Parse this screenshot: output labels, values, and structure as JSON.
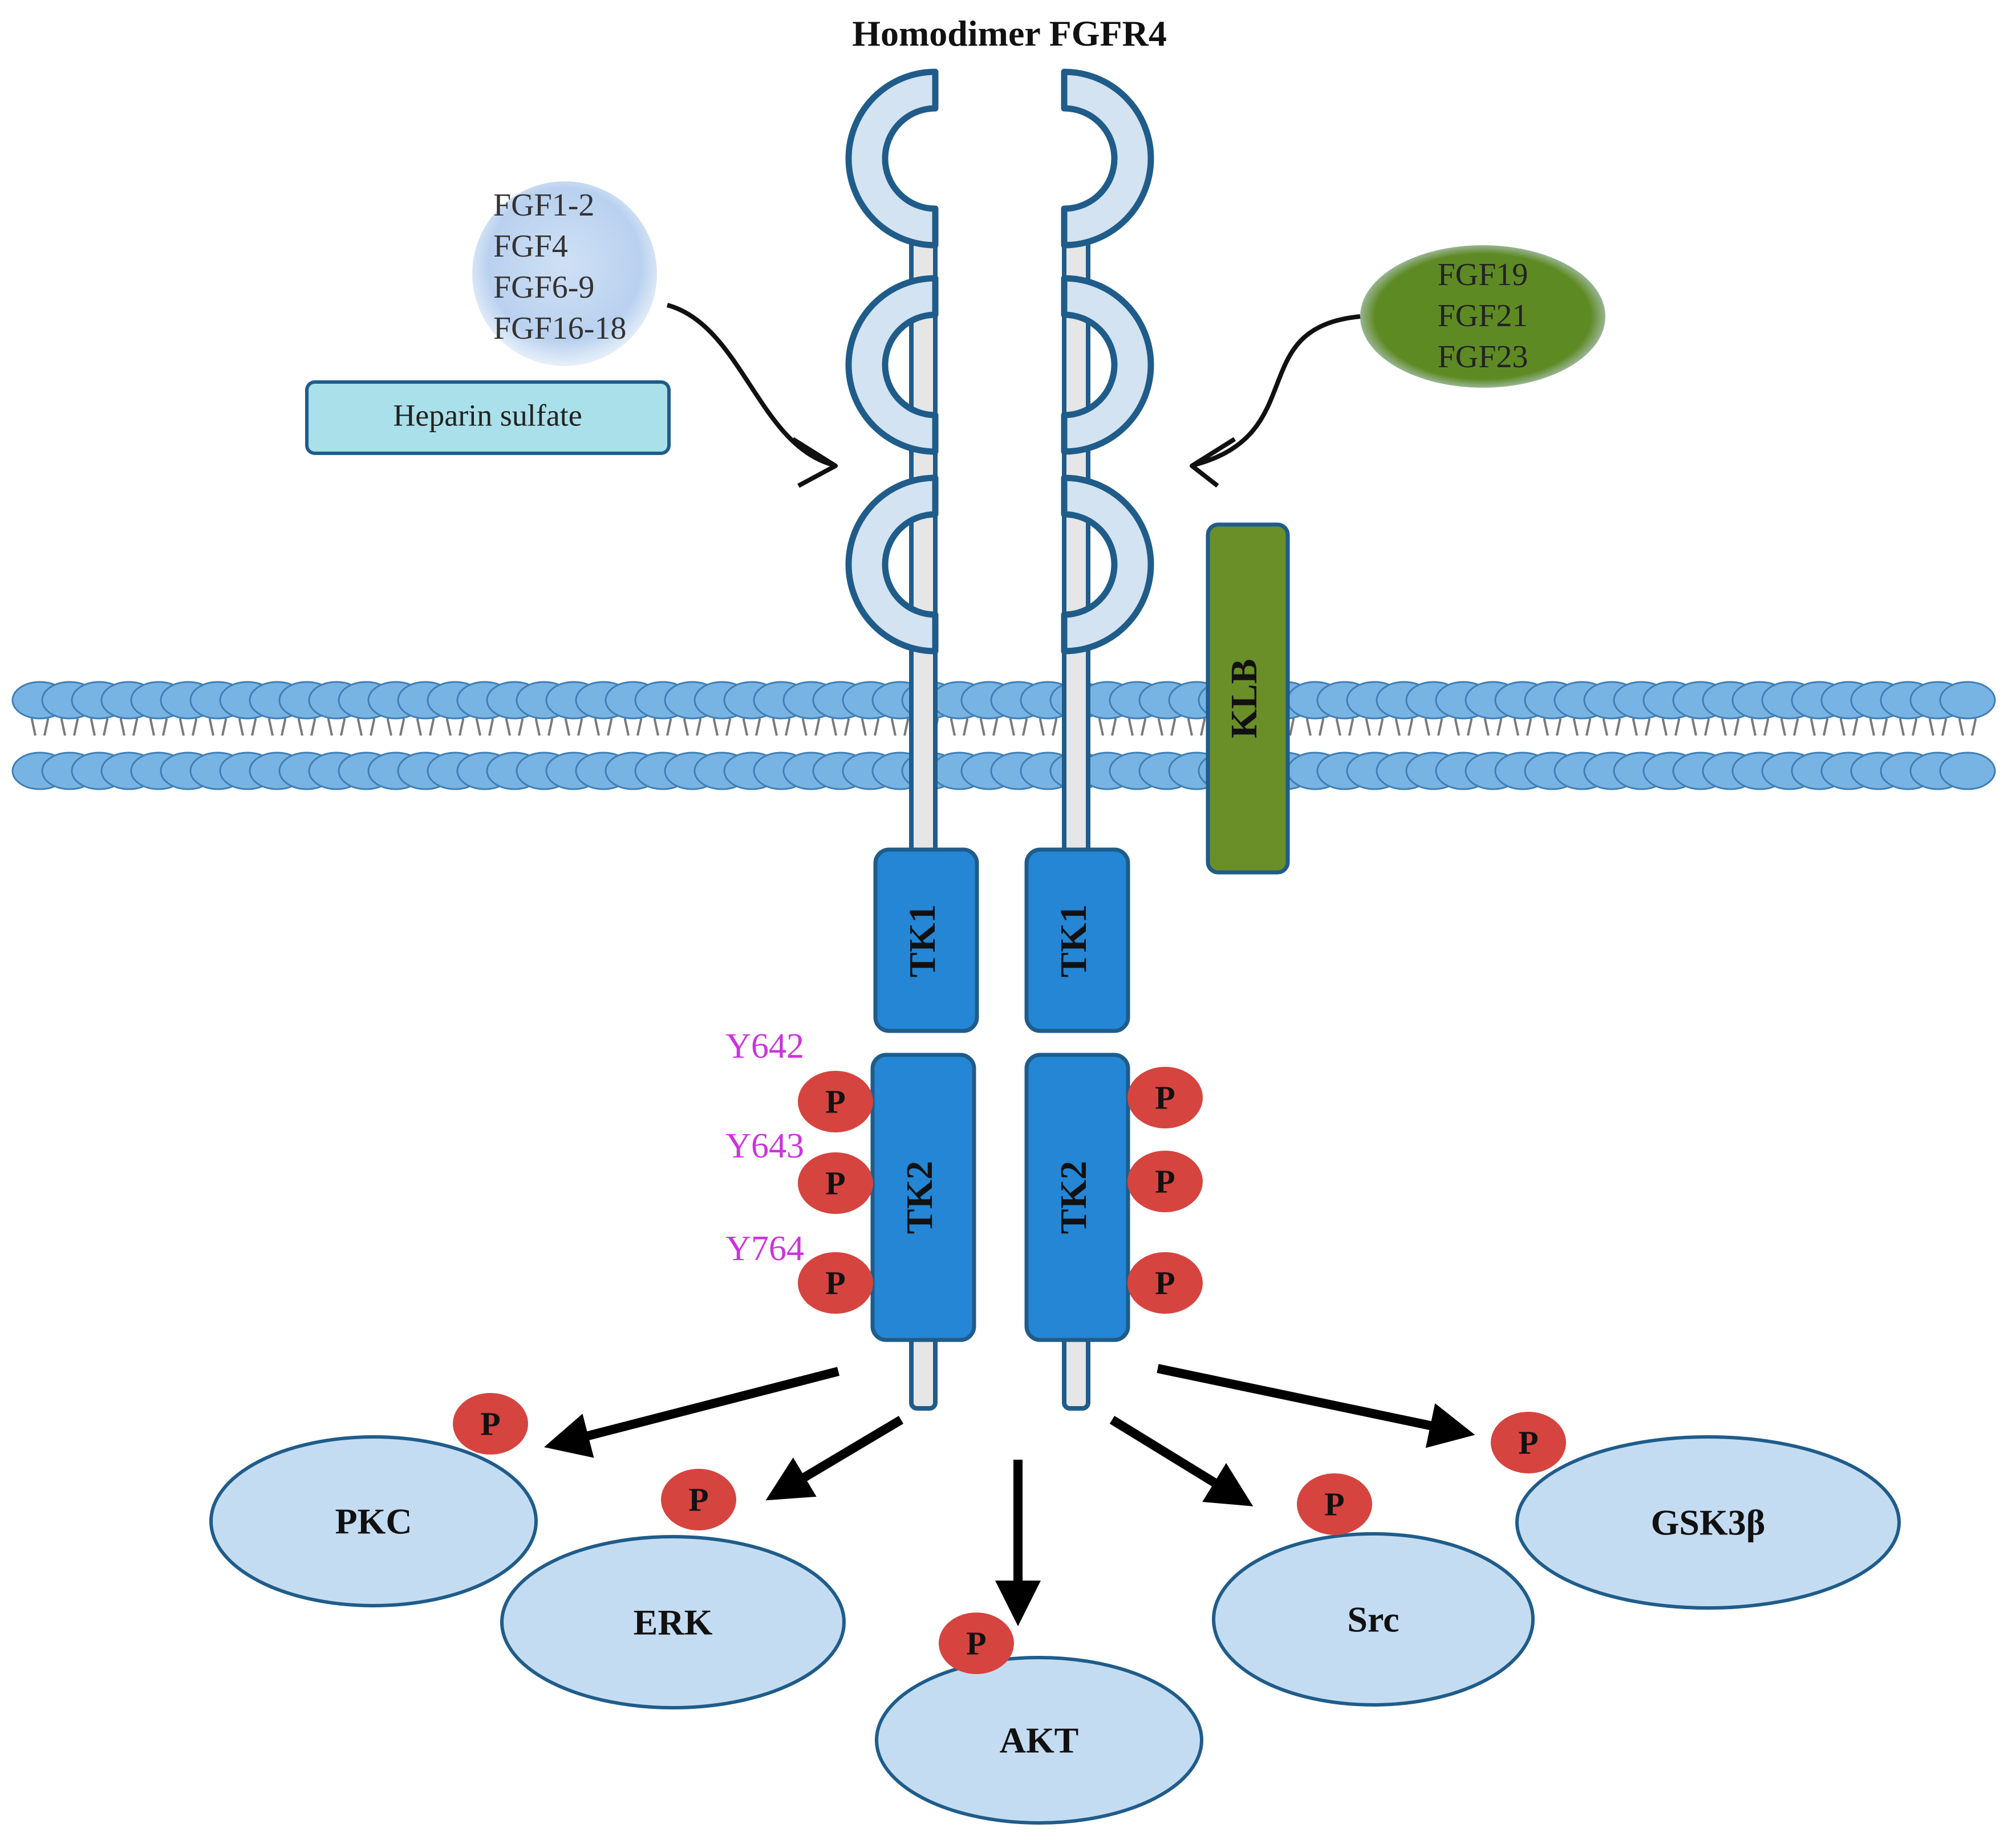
{
  "title": "Homodimer FGFR4",
  "ligands_left": {
    "items": [
      "FGF1-2",
      "FGF4",
      "FGF6-9",
      "FGF16-18"
    ]
  },
  "cofactor": {
    "label": "Heparin sulfate"
  },
  "ligands_right": {
    "items": [
      "FGF19",
      "FGF21",
      "FGF23"
    ]
  },
  "coreceptor": {
    "label": "KLB"
  },
  "kinase_domains": {
    "tk1": "TK1",
    "tk2": "TK2"
  },
  "phospho_sites": [
    "Y642",
    "Y643",
    "Y764"
  ],
  "phospho_marker": "P",
  "effectors": [
    "PKC",
    "ERK",
    "AKT",
    "Src",
    "GSK3β"
  ],
  "colors": {
    "receptor_outline": "#1f5c8a",
    "receptor_fill": "#d4e3f1",
    "membrane": "#78b4e3",
    "kinase": "#2486d4",
    "phospho": "#d6443f",
    "effector": "#c4dcf2",
    "klb": "#6a8e28",
    "heparin": "#a9e0ea",
    "site_label": "#cc33dd"
  }
}
